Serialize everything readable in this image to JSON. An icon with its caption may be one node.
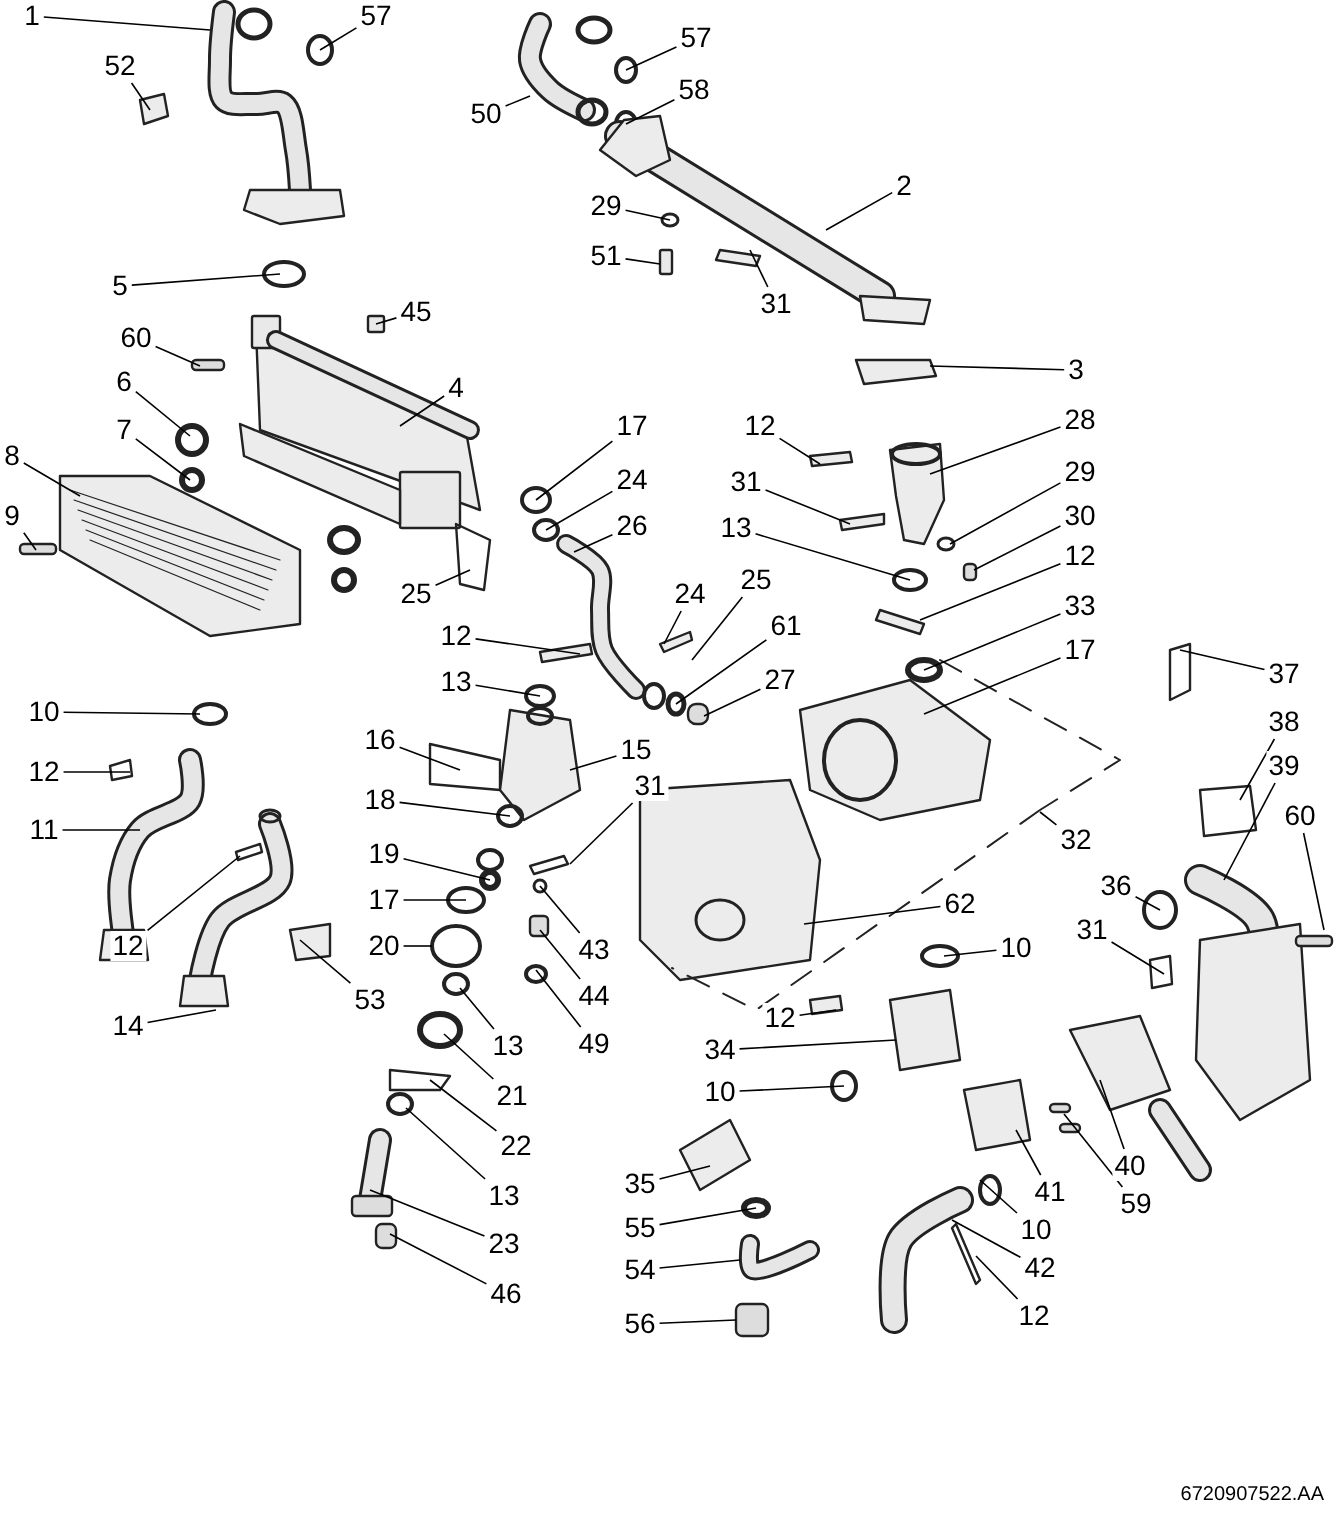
{
  "diagram": {
    "nodes": [
      {
        "text": [
          "1"
        ]
      },
      {
        "text": [
          "57"
        ]
      },
      {
        "text": [
          "57"
        ]
      },
      {
        "text": [
          "52"
        ]
      },
      {
        "text": [
          "58"
        ]
      },
      {
        "text": [
          "50"
        ]
      },
      {
        "text": [
          "2"
        ]
      },
      {
        "text": [
          "29"
        ]
      },
      {
        "text": [
          "51"
        ]
      },
      {
        "text": [
          "5"
        ]
      },
      {
        "text": [
          "31"
        ]
      },
      {
        "text": [
          "45"
        ]
      },
      {
        "text": [
          "60"
        ]
      },
      {
        "text": [
          "3"
        ]
      },
      {
        "text": [
          "6"
        ]
      },
      {
        "text": [
          "4"
        ]
      },
      {
        "text": [
          "28"
        ]
      },
      {
        "text": [
          "12"
        ]
      },
      {
        "text": [
          "17"
        ]
      },
      {
        "text": [
          "7"
        ]
      },
      {
        "text": [
          "8"
        ]
      },
      {
        "text": [
          "29"
        ]
      },
      {
        "text": [
          "24"
        ]
      },
      {
        "text": [
          "31"
        ]
      },
      {
        "text": [
          "30"
        ]
      },
      {
        "text": [
          "9"
        ]
      },
      {
        "text": [
          "26"
        ]
      },
      {
        "text": [
          "13"
        ]
      },
      {
        "text": [
          "12"
        ]
      },
      {
        "text": [
          "25"
        ]
      },
      {
        "text": [
          "24"
        ]
      },
      {
        "text": [
          "25"
        ]
      },
      {
        "text": [
          "33"
        ]
      },
      {
        "text": [
          "61"
        ]
      },
      {
        "text": [
          "12"
        ]
      },
      {
        "text": [
          "17"
        ]
      },
      {
        "text": [
          "37"
        ]
      },
      {
        "text": [
          "27"
        ]
      },
      {
        "text": [
          "13"
        ]
      },
      {
        "text": [
          "10"
        ]
      },
      {
        "text": [
          "38"
        ]
      },
      {
        "text": [
          "16"
        ]
      },
      {
        "text": [
          "15"
        ]
      },
      {
        "text": [
          "39"
        ]
      },
      {
        "text": [
          "12"
        ]
      },
      {
        "text": [
          "31"
        ]
      },
      {
        "text": [
          "18"
        ]
      },
      {
        "text": [
          "60"
        ]
      },
      {
        "text": [
          "11"
        ]
      },
      {
        "text": [
          "32"
        ]
      },
      {
        "text": [
          "19"
        ]
      },
      {
        "text": [
          "36"
        ]
      },
      {
        "text": [
          "17"
        ]
      },
      {
        "text": [
          "62"
        ]
      },
      {
        "text": [
          "31"
        ]
      },
      {
        "text": [
          "20"
        ]
      },
      {
        "text": [
          "43"
        ]
      },
      {
        "text": [
          "12"
        ]
      },
      {
        "text": [
          "10"
        ]
      },
      {
        "text": [
          "44"
        ]
      },
      {
        "text": [
          "53"
        ]
      },
      {
        "text": [
          "14"
        ]
      },
      {
        "text": [
          "12"
        ]
      },
      {
        "text": [
          "13"
        ]
      },
      {
        "text": [
          "49"
        ]
      },
      {
        "text": [
          "34"
        ]
      },
      {
        "text": [
          "10"
        ]
      },
      {
        "text": [
          "21"
        ]
      },
      {
        "text": [
          "22"
        ]
      },
      {
        "text": [
          "40"
        ]
      },
      {
        "text": [
          "35"
        ]
      },
      {
        "text": [
          "41"
        ]
      },
      {
        "text": [
          "13"
        ]
      },
      {
        "text": [
          "59"
        ]
      },
      {
        "text": [
          "10"
        ]
      },
      {
        "text": [
          "55"
        ]
      },
      {
        "text": [
          "23"
        ]
      },
      {
        "text": [
          "42"
        ]
      },
      {
        "text": [
          "54"
        ]
      },
      {
        "text": [
          "46"
        ]
      },
      {
        "text": [
          "12"
        ]
      },
      {
        "text": [
          "56"
        ]
      }
    ],
    "edges": [
      {
        "from": 0,
        "to": null,
        "arrow": "none"
      },
      {
        "from": 1,
        "to": null,
        "arrow": "none"
      },
      {
        "from": 2,
        "to": null,
        "arrow": "none"
      },
      {
        "from": 3,
        "to": null,
        "arrow": "none"
      },
      {
        "from": 4,
        "to": null,
        "arrow": "none"
      },
      {
        "from": 5,
        "to": null,
        "arrow": "none"
      },
      {
        "from": 6,
        "to": null,
        "arrow": "none"
      },
      {
        "from": 7,
        "to": null,
        "arrow": "none"
      },
      {
        "from": 8,
        "to": null,
        "arrow": "none"
      },
      {
        "from": 9,
        "to": null,
        "arrow": "none"
      },
      {
        "from": 10,
        "to": null,
        "arrow": "none"
      },
      {
        "from": 11,
        "to": null,
        "arrow": "none"
      },
      {
        "from": 12,
        "to": null,
        "arrow": "none"
      },
      {
        "from": 13,
        "to": null,
        "arrow": "none"
      },
      {
        "from": 14,
        "to": null,
        "arrow": "none"
      },
      {
        "from": 15,
        "to": null,
        "arrow": "none"
      },
      {
        "from": 16,
        "to": null,
        "arrow": "none"
      },
      {
        "from": 17,
        "to": null,
        "arrow": "none"
      },
      {
        "from": 18,
        "to": null,
        "arrow": "none"
      },
      {
        "from": 19,
        "to": null,
        "arrow": "none"
      },
      {
        "from": 20,
        "to": null,
        "arrow": "none"
      },
      {
        "from": 21,
        "to": null,
        "arrow": "none"
      },
      {
        "from": 22,
        "to": null,
        "arrow": "none"
      },
      {
        "from": 23,
        "to": null,
        "arrow": "none"
      },
      {
        "from": 24,
        "to": null,
        "arrow": "none"
      },
      {
        "from": 25,
        "to": null,
        "arrow": "none"
      },
      {
        "from": 26,
        "to": null,
        "arrow": "none"
      },
      {
        "from": 27,
        "to": null,
        "arrow": "none"
      },
      {
        "from": 28,
        "to": null,
        "arrow": "none"
      },
      {
        "from": 29,
        "to": null,
        "arrow": "none"
      },
      {
        "from": 30,
        "to": null,
        "arrow": "none"
      },
      {
        "from": 31,
        "to": null,
        "arrow": "none"
      },
      {
        "from": 32,
        "to": null,
        "arrow": "none"
      },
      {
        "from": 33,
        "to": null,
        "arrow": "none"
      },
      {
        "from": 34,
        "to": null,
        "arrow": "none"
      },
      {
        "from": 35,
        "to": null,
        "arrow": "none"
      },
      {
        "from": 36,
        "to": null,
        "arrow": "none"
      },
      {
        "from": 37,
        "to": null,
        "arrow": "none"
      },
      {
        "from": 38,
        "to": null,
        "arrow": "none"
      },
      {
        "from": 39,
        "to": null,
        "arrow": "none"
      },
      {
        "from": 40,
        "to": null,
        "arrow": "none"
      },
      {
        "from": 41,
        "to": null,
        "arrow": "none"
      },
      {
        "from": 42,
        "to": null,
        "arrow": "none"
      },
      {
        "from": 43,
        "to": null,
        "arrow": "none"
      },
      {
        "from": 44,
        "to": null,
        "arrow": "none"
      },
      {
        "from": 45,
        "to": null,
        "arrow": "none"
      },
      {
        "from": 46,
        "to": null,
        "arrow": "none"
      },
      {
        "from": 47,
        "to": null,
        "arrow": "none"
      },
      {
        "from": 48,
        "to": null,
        "arrow": "none"
      },
      {
        "from": 49,
        "to": null,
        "arrow": "none"
      },
      {
        "from": 50,
        "to": null,
        "arrow": "none"
      },
      {
        "from": 51,
        "to": null,
        "arrow": "none"
      },
      {
        "from": 52,
        "to": null,
        "arrow": "none"
      },
      {
        "from": 53,
        "to": null,
        "arrow": "none"
      },
      {
        "from": 54,
        "to": null,
        "arrow": "none"
      },
      {
        "from": 55,
        "to": null,
        "arrow": "none"
      },
      {
        "from": 56,
        "to": null,
        "arrow": "none"
      },
      {
        "from": 57,
        "to": null,
        "arrow": "none"
      },
      {
        "from": 58,
        "to": null,
        "arrow": "none"
      },
      {
        "from": 59,
        "to": null,
        "arrow": "none"
      },
      {
        "from": 60,
        "to": null,
        "arrow": "none"
      },
      {
        "from": 61,
        "to": null,
        "arrow": "none"
      },
      {
        "from": 62,
        "to": null,
        "arrow": "none"
      },
      {
        "from": 63,
        "to": null,
        "arrow": "none"
      },
      {
        "from": 64,
        "to": null,
        "arrow": "none"
      },
      {
        "from": 65,
        "to": null,
        "arrow": "none"
      },
      {
        "from": 66,
        "to": null,
        "arrow": "none"
      },
      {
        "from": 67,
        "to": null,
        "arrow": "none"
      },
      {
        "from": 68,
        "to": null,
        "arrow": "none"
      },
      {
        "from": 69,
        "to": null,
        "arrow": "none"
      },
      {
        "from": 70,
        "to": null,
        "arrow": "none"
      },
      {
        "from": 71,
        "to": null,
        "arrow": "none"
      },
      {
        "from": 72,
        "to": null,
        "arrow": "none"
      },
      {
        "from": 73,
        "to": null,
        "arrow": "none"
      },
      {
        "from": 74,
        "to": null,
        "arrow": "none"
      },
      {
        "from": 75,
        "to": null,
        "arrow": "none"
      },
      {
        "from": 76,
        "to": null,
        "arrow": "none"
      },
      {
        "from": 77,
        "to": null,
        "arrow": "none"
      },
      {
        "from": 78,
        "to": null,
        "arrow": "none"
      },
      {
        "from": 79,
        "to": null,
        "arrow": "none"
      },
      {
        "from": 80,
        "to": null,
        "arrow": "none"
      },
      {
        "from": 81,
        "to": null,
        "arrow": "none"
      }
    ],
    "labels": [
      "6720907522.AA"
    ]
  }
}
